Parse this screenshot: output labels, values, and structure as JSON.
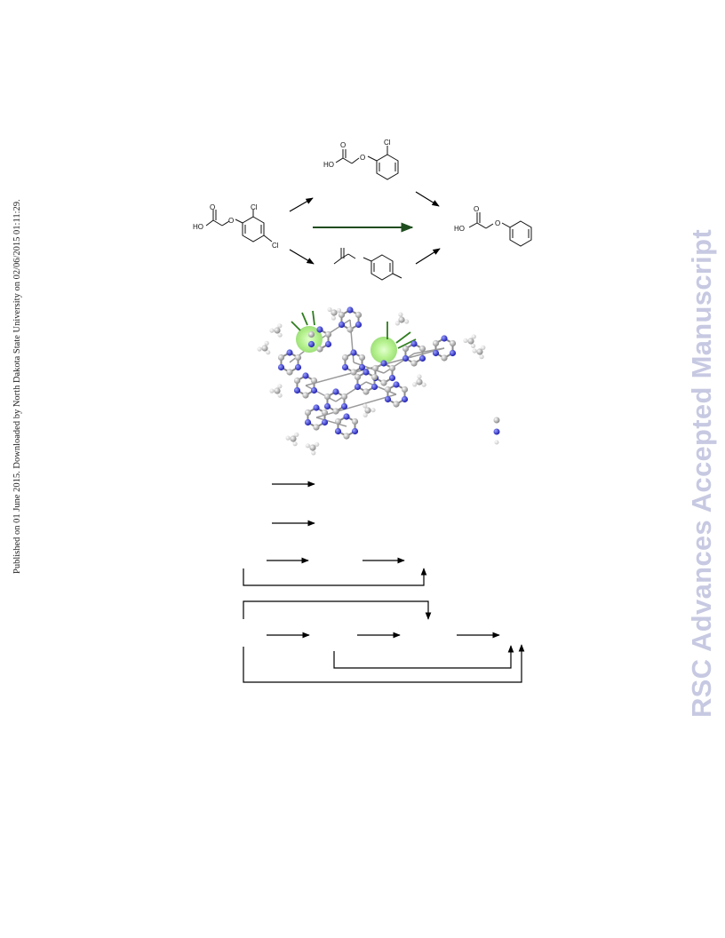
{
  "page": {
    "side_caption": "Published on 01 June 2015. Downloaded by North Dakota State University on 02/06/2015 01:11:29.",
    "watermark": "RSC Advances Accepted Manuscript"
  },
  "scheme": {
    "labels": {
      "cl": "Cl",
      "o": "O",
      "ho": "HO",
      "hoe": "HO"
    }
  },
  "colors": {
    "arrow": "#000000",
    "direct_arrow": "#1f4d1f",
    "carbon": "#9a9a9a",
    "nitrogen": "#3030cc",
    "hydrogen": "#e2e2e2",
    "highlight": "#b6f28f",
    "highlight_line": "#2e7d1e",
    "watermark": "#c7c9e2"
  }
}
